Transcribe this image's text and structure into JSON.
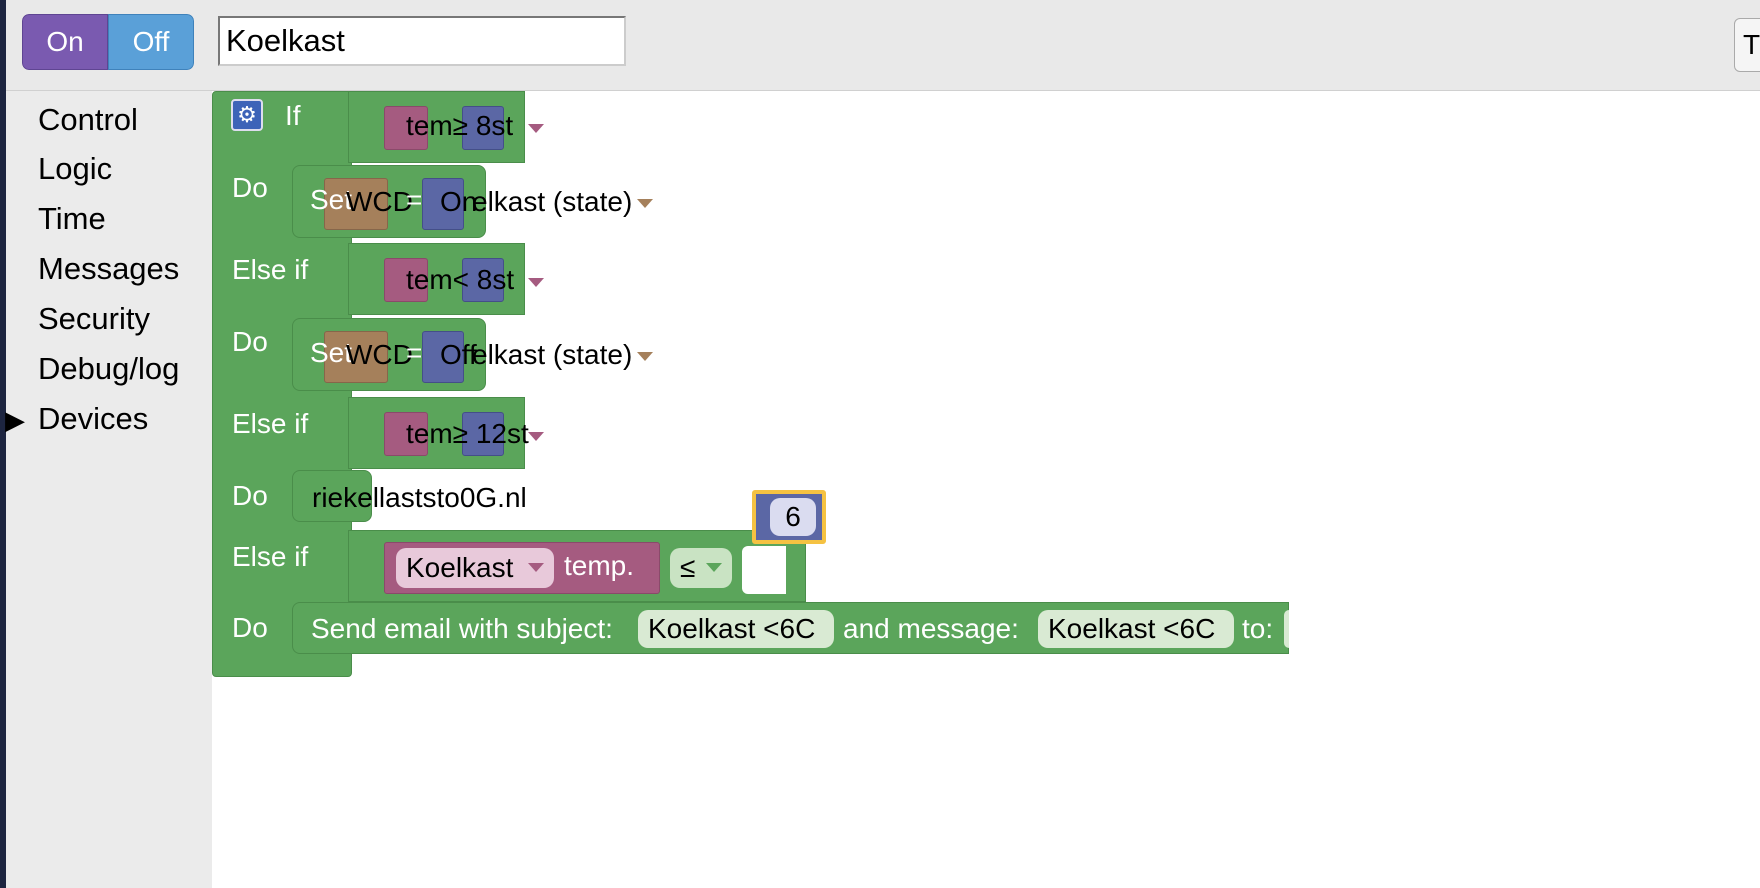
{
  "toggle": {
    "on_label": "On",
    "off_label": "Off"
  },
  "rule_name": {
    "value": "Koelkast"
  },
  "top_right_button": {
    "label": "T"
  },
  "categories": [
    {
      "label": "Control"
    },
    {
      "label": "Logic"
    },
    {
      "label": "Time"
    },
    {
      "label": "Messages"
    },
    {
      "label": "Security"
    },
    {
      "label": "Debug/log"
    },
    {
      "label": "Devices",
      "expanded_marker": "▶"
    }
  ],
  "blocks": {
    "gear_icon": "⚙",
    "if_label": "If",
    "do_label": "Do",
    "elseif_label": "Else if",
    "row1_overlap": "tem≥ 8st",
    "row1_set": "Set",
    "row1_device": "WCD",
    "row1_eq": "=",
    "row1_state": "On",
    "row1_target": "elkast (state)",
    "row2_overlap": "tem< 8st",
    "row2_set": "Set",
    "row2_device": "WCD",
    "row2_eq": "=",
    "row2_state": "Off",
    "row2_target": "elkast (state)",
    "row3_overlap": "tem≥ 12st",
    "row3_email_overlap": "riekellaststo0G.nl",
    "row4_device": "Koelkast",
    "row4_field": "temp.",
    "row4_op": "≤",
    "row4_value": "6",
    "row5_send": "Send email with subject:",
    "row5_subject": "Koelkast <6C",
    "row5_and": "and message:",
    "row5_message": "Koelkast <6C",
    "row5_to": "to:"
  }
}
